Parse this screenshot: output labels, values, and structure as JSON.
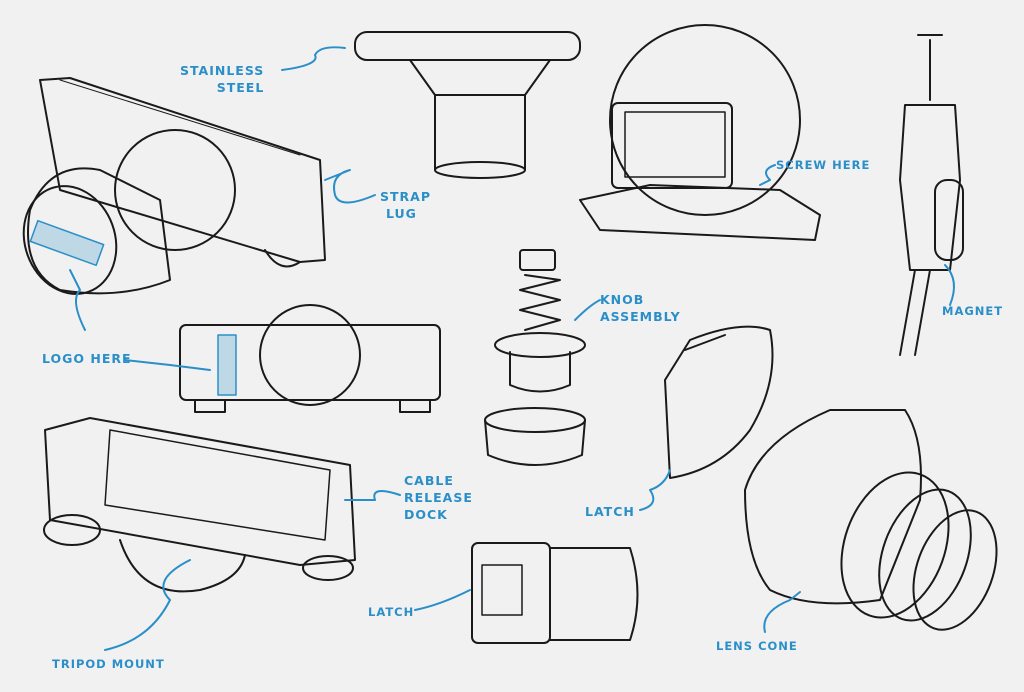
{
  "colors": {
    "background": "#f1f1f1",
    "annotation": "#2a8fc9",
    "ink": "#1a1a1a"
  },
  "labels": {
    "stainless_steel": [
      "STAINLESS",
      "STEEL"
    ],
    "strap_lug": [
      "STRAP",
      "LUG"
    ],
    "logo_here": "LOGO HERE",
    "screw_here": "SCREW HERE",
    "knob_assembly": [
      "KNOB",
      "ASSEMBLY"
    ],
    "magnet": "MAGNET",
    "cable_release_dock": [
      "CABLE",
      "RELEASE",
      "DOCK"
    ],
    "latch_right": "LATCH",
    "latch_bottom": "LATCH",
    "tripod_mount": "TRIPOD MOUNT",
    "lens_cone": "LENS CONE"
  }
}
